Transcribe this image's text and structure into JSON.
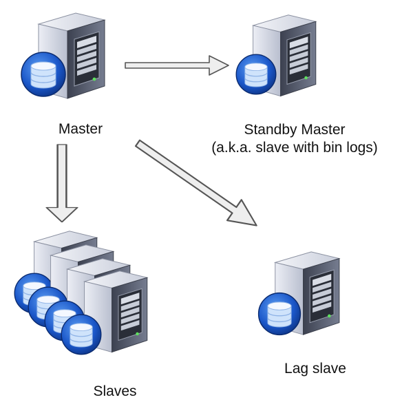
{
  "nodes": {
    "master": {
      "label": "Master"
    },
    "standby_master": {
      "label_line1": "Standby Master",
      "label_line2": "(a.k.a. slave with bin logs)"
    },
    "lag_slave": {
      "label": "Lag slave"
    },
    "slaves": {
      "label": "Slaves"
    }
  },
  "icons": {
    "server": "server-icon",
    "database": "database-icon",
    "arrow": "replication-arrow"
  },
  "colors": {
    "db_blue": "#1a56c8",
    "db_light": "#cfe3fb",
    "server_face": "#d7dbe6",
    "server_side": "#5a6072",
    "arrow_fill": "#eeeeee",
    "arrow_stroke": "#555555"
  }
}
